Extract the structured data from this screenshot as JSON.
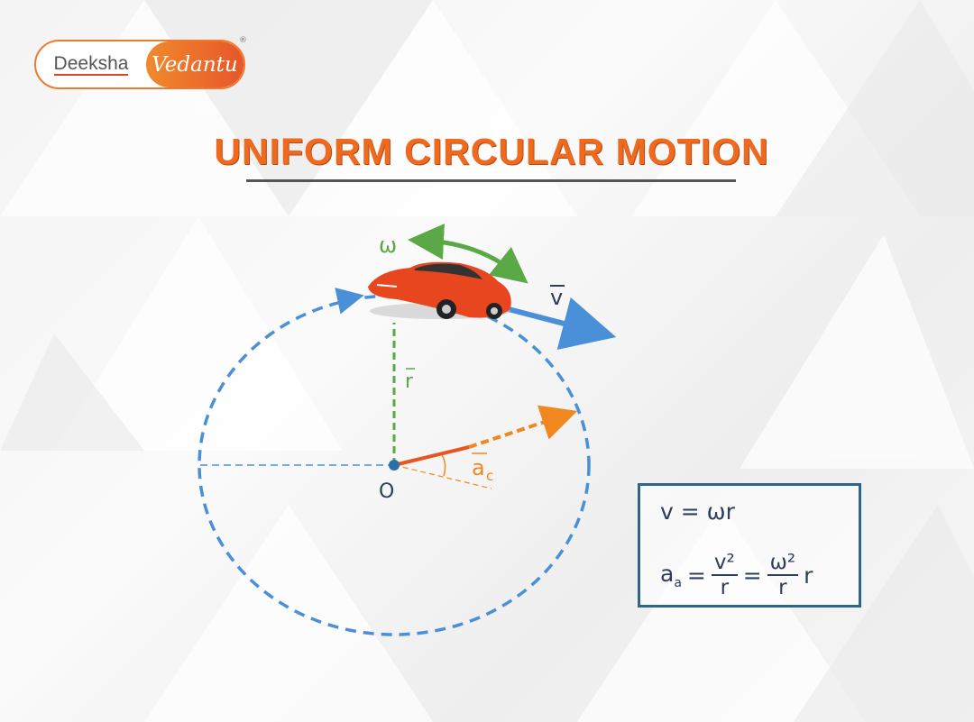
{
  "logo": {
    "left": "Deeksha",
    "right": "Vedantu",
    "registered": "®"
  },
  "title": "UNIFORM CIRCULAR MOTION",
  "diagram": {
    "labels": {
      "omega": "ω",
      "velocity": "v",
      "radius": "r",
      "acceleration": "a",
      "acceleration_sub": "c",
      "origin": "O"
    },
    "colors": {
      "circle": "#4a90d9",
      "radius": "#5aa846",
      "acceleration": "#f0881f",
      "velocity": "#4a90d9",
      "title": "#ee6a1f",
      "car": "#e8461f"
    }
  },
  "formula": {
    "line1": "v = ωr",
    "line2": {
      "lhs": "a",
      "lhs_sub": "a",
      "eq": "=",
      "frac1_num": "v²",
      "frac1_den": "r",
      "eq2": "=",
      "frac2_num": "ω²",
      "frac2_den": "r",
      "tail": "r"
    }
  }
}
